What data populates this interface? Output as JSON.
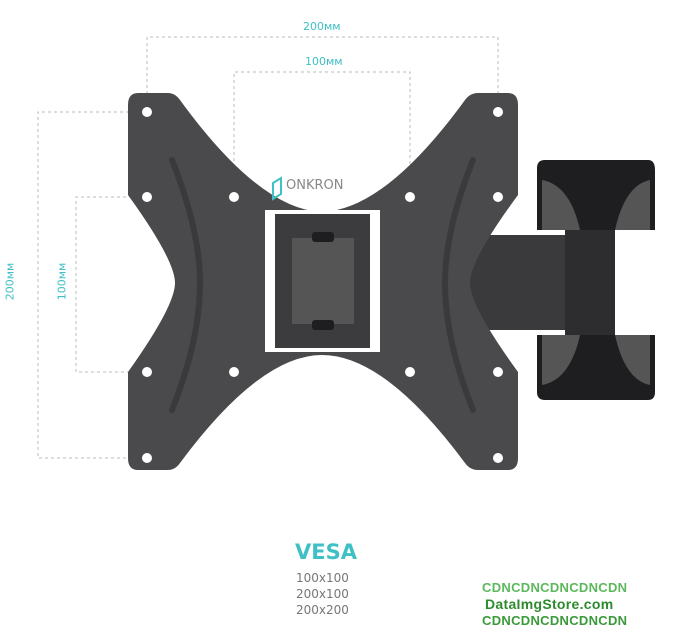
{
  "dimensions": {
    "top_outer": "200мм",
    "top_inner": "100мм",
    "left_outer": "200мм",
    "left_inner": "100мм"
  },
  "brand": "ONKRON",
  "vesa": {
    "title": "VESA",
    "sizes": [
      "100x100",
      "200x100",
      "200x200"
    ]
  },
  "watermark": {
    "line1": "CDNCDNCDNCDNCDN",
    "line2": "DataImgStore.com",
    "line3": "CDNCDNCDNCDNCDN"
  },
  "colors": {
    "accent": "#3fc0c4",
    "plate": "#4a4a4c",
    "watermark": "#2e8b2e"
  }
}
